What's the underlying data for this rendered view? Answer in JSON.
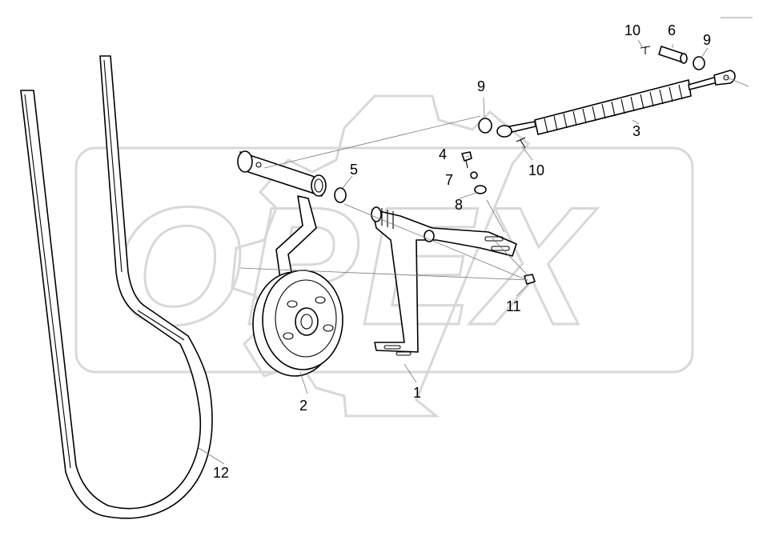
{
  "colors": {
    "line": "#000000",
    "watermark": "#d8d8d8",
    "leader": "#777777"
  },
  "watermark": {
    "text": "OPEX"
  },
  "labels": {
    "p1": "1",
    "p2": "2",
    "p3": "3",
    "p4": "4",
    "p5": "5",
    "p6": "6",
    "p7": "7",
    "p8": "8",
    "p9a": "9",
    "p9b": "9",
    "p10a": "10",
    "p10b": "10",
    "p11": "11",
    "p12": "12"
  }
}
